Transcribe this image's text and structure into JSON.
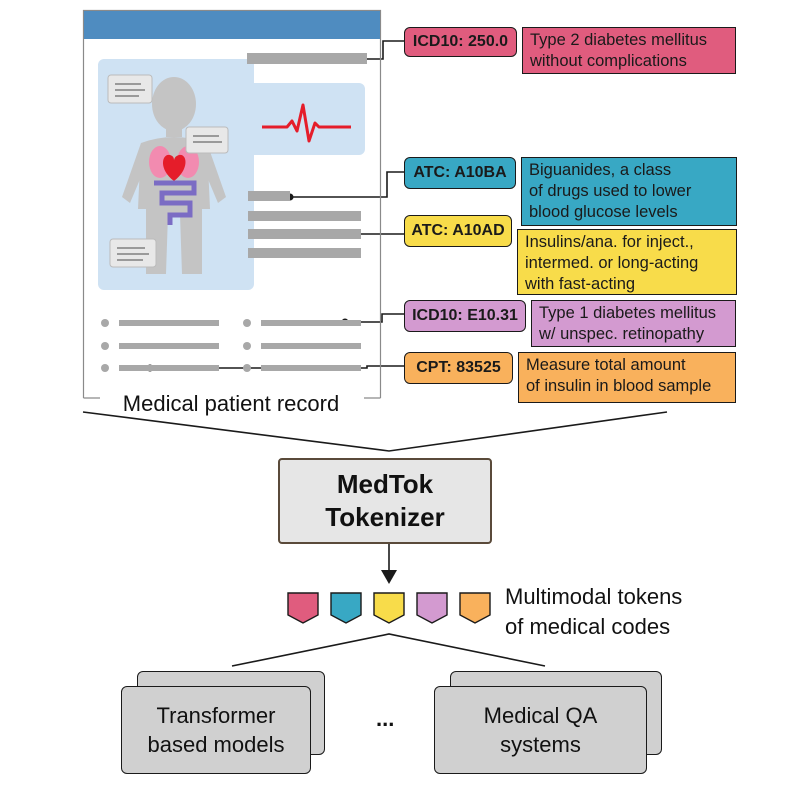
{
  "record": {
    "caption": "Medical patient record"
  },
  "codes": [
    {
      "code": "ICD10: 250.0",
      "description": "Type 2 diabetes mellitus\nwithout complications",
      "color": "#e05c7e"
    },
    {
      "code": "ATC: A10BA",
      "description": "Biguanides, a class\nof drugs used to lower\nblood glucose levels",
      "color": "#38a8c4"
    },
    {
      "code": "ATC: A10AD",
      "description": "Insulins/ana. for inject.,\nintermed. or long-acting\nwith fast-acting",
      "color": "#f8dc4a"
    },
    {
      "code": "ICD10: E10.31",
      "description": "Type 1 diabetes mellitus\nw/ unspec. retinopathy",
      "color": "#d39ad0"
    },
    {
      "code": "CPT: 83525",
      "description": "Measure total amount\nof insulin in blood sample",
      "color": "#f9b15c"
    }
  ],
  "tokenizer": {
    "label": "MedTok\nTokenizer"
  },
  "tokens": {
    "caption": "Multimodal tokens\nof medical codes",
    "colors": [
      "#e05c7e",
      "#38a8c4",
      "#f8dc4a",
      "#d39ad0",
      "#f9b15c"
    ]
  },
  "downstream": {
    "left_label": "Transformer\nbased models",
    "ellipsis": "...",
    "right_label": "Medical QA\nsystems"
  },
  "colors": {
    "record_header": "#4f8cc0",
    "record_panel": "#cfe2f3",
    "body_gray": "#c4c4c4",
    "line_gray": "#a8a8a8",
    "heart_red": "#e51d2a",
    "box_gray": "#e6e6e6",
    "stack_gray": "#d0d0d0"
  }
}
